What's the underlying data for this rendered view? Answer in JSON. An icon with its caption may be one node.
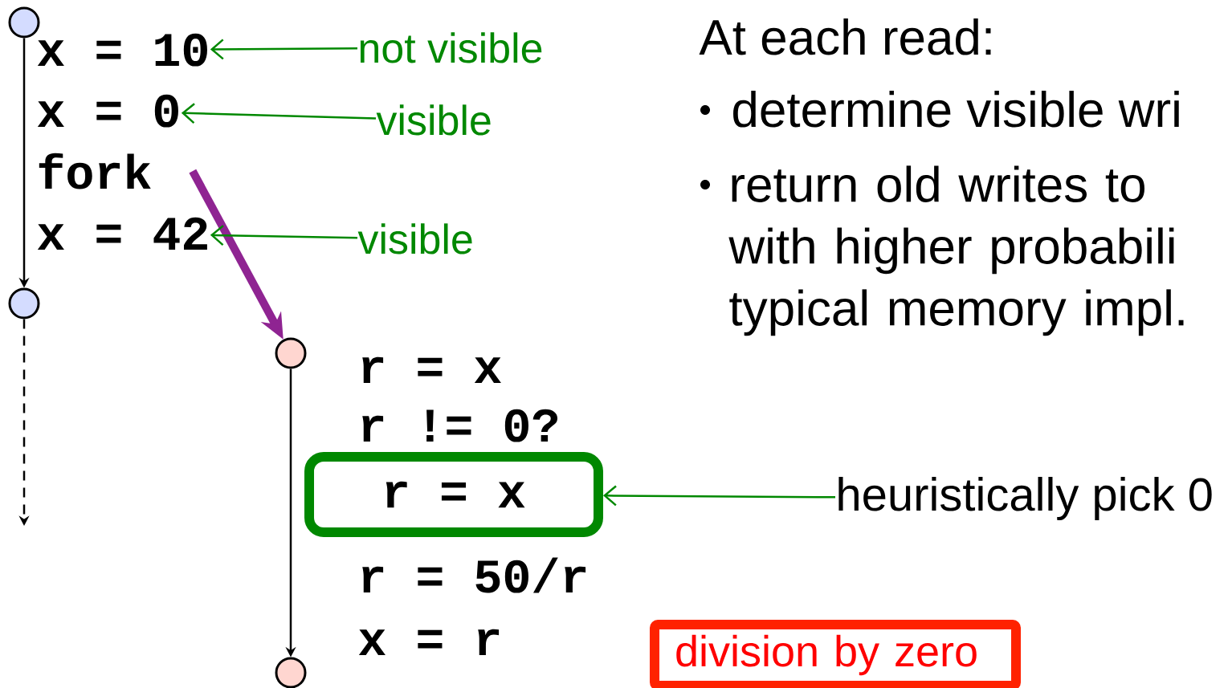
{
  "diagram": {
    "nodes": [
      {
        "text": [],
        "shape": "circle"
      },
      {
        "text": [
          "x = 10"
        ]
      },
      {
        "text": [
          "x = 0"
        ]
      },
      {
        "text": [
          "fork"
        ]
      },
      {
        "text": [
          "x = 42"
        ]
      },
      {
        "text": [],
        "shape": "circle"
      },
      {
        "text": [
          "not visible"
        ]
      },
      {
        "text": [
          "visible"
        ]
      },
      {
        "text": [
          "visible"
        ]
      },
      {
        "text": [],
        "shape": "circle"
      },
      {
        "text": [
          "r = x"
        ]
      },
      {
        "text": [
          "r != 0?"
        ]
      },
      {
        "text": [
          "r = x"
        ]
      },
      {
        "text": [
          "r = 50/r"
        ]
      },
      {
        "text": [
          "x = r"
        ]
      },
      {
        "text": [],
        "shape": "circle"
      },
      {
        "text": [
          "heuristically pick 0"
        ]
      },
      {
        "text": [
          "division by zero"
        ]
      }
    ],
    "edges": [
      {
        "from": 0,
        "to": 5,
        "arrow": "to",
        "color": "#000000"
      },
      {
        "from": 5,
        "to": null,
        "arrow": "to",
        "style": "dashed",
        "color": "#000000"
      },
      {
        "from": 3,
        "to": 9,
        "arrow": "to",
        "style": "thick",
        "color": "#8f2492"
      },
      {
        "from": 9,
        "to": 15,
        "arrow": "to",
        "color": "#000000"
      },
      {
        "from": 6,
        "to": 1,
        "arrow": "to",
        "color": "#008800"
      },
      {
        "from": 7,
        "to": 2,
        "arrow": "to",
        "color": "#008800"
      },
      {
        "from": 8,
        "to": 4,
        "arrow": "to",
        "color": "#008800"
      },
      {
        "from": 16,
        "to": 12,
        "arrow": "to",
        "color": "#008800"
      }
    ],
    "labels": [
      "At each read:",
      "determine visible wri",
      "return old writes to with higher probabili typical memory impl."
    ]
  }
}
